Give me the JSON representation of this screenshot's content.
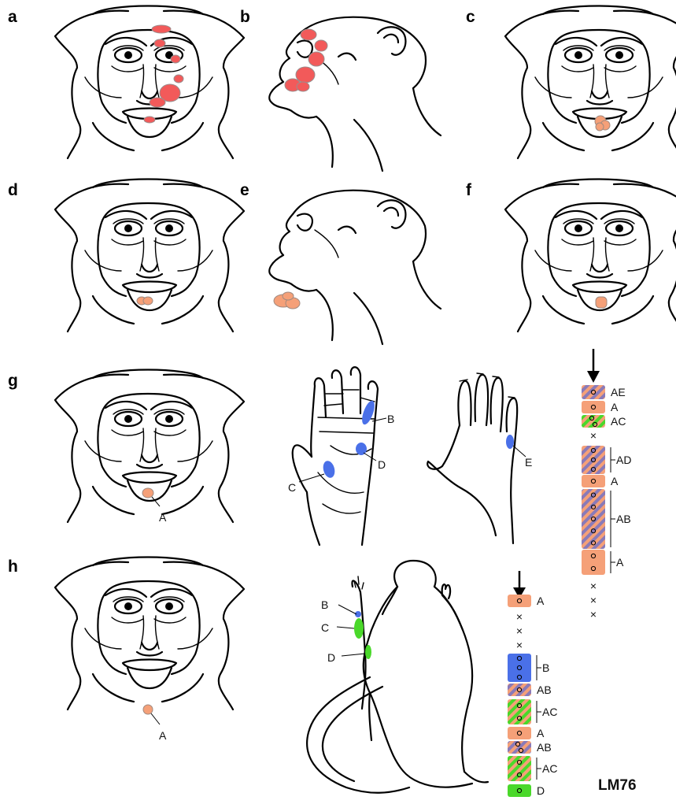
{
  "panels": {
    "a": "a",
    "b": "b",
    "c": "c",
    "d": "d",
    "e": "e",
    "f": "f",
    "g": "g",
    "h": "h"
  },
  "labels": {
    "g_face_A": "A",
    "g_hand_B": "B",
    "g_hand_C": "C",
    "g_hand_D": "D",
    "g_hand_E": "E",
    "h_face_A": "A",
    "h_body_B": "B",
    "h_body_C": "C",
    "h_body_D": "D"
  },
  "g_column": {
    "rows": [
      "AE",
      "A",
      "AC",
      "×",
      "AD",
      "A",
      "AB",
      "A",
      "×",
      "×",
      "×"
    ]
  },
  "h_column": {
    "rows": [
      "A",
      "×",
      "×",
      "×",
      "B",
      "AB",
      "AC",
      "A",
      "AB",
      "AC",
      "D"
    ]
  },
  "tag": "LM76",
  "colors": {
    "face_red": "#f25a5a",
    "orange": "#f5a078",
    "blue": "#4a70e8",
    "green": "#4ad82a",
    "hatch_violet": "#8a7ab8"
  }
}
